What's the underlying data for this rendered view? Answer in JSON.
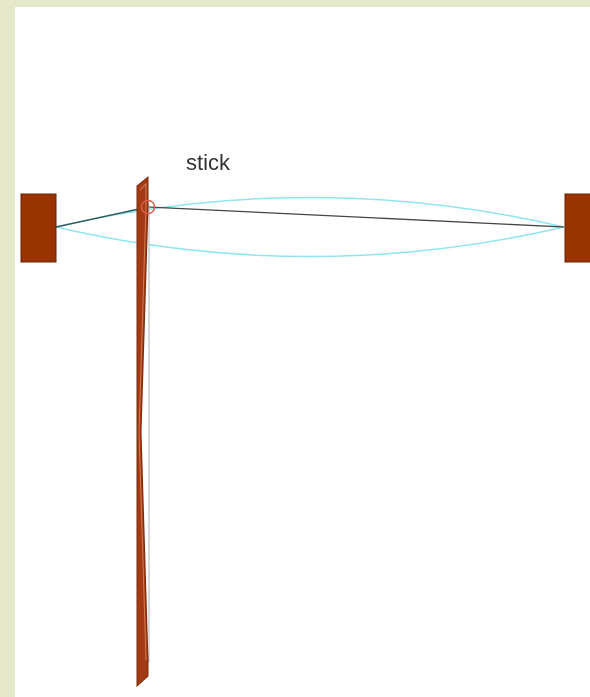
{
  "diagram": {
    "labels": {
      "stick": "stick"
    },
    "colors": {
      "outer_background": "#e5e8c9",
      "canvas_background": "#ffffff",
      "bracket_fill": "#993300",
      "bow_stroke": "#a33a12",
      "string_line": "#333333",
      "vibration_envelope": "#8fe6ee",
      "contact_point": "#e05a4a"
    },
    "components": [
      "left-bracket",
      "right-bracket",
      "string",
      "vibration-envelope",
      "bow-stick",
      "bow-hair",
      "contact-point"
    ]
  }
}
